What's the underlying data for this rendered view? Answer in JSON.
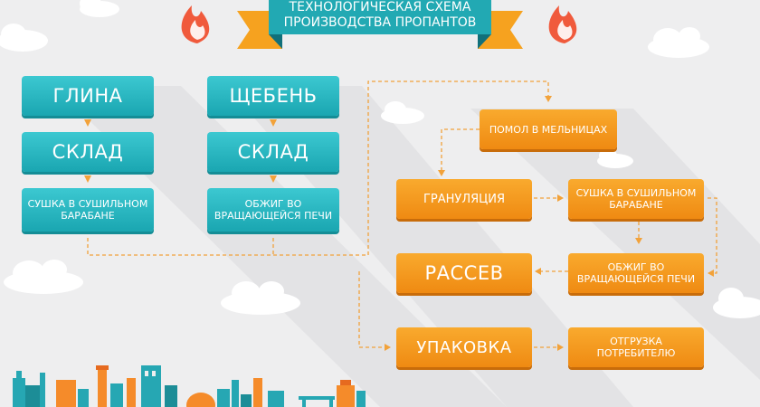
{
  "title": {
    "line1": "ТЕХНОЛОГИЧЕСКАЯ СХЕМА",
    "line2": "ПРОИЗВОДСТВА ПРОПАНТОВ"
  },
  "left_column_1": {
    "step1": "ГЛИНА",
    "step2": "СКЛАД",
    "step3": "СУШКА В СУШИЛЬНОМ БАРАБАНЕ"
  },
  "left_column_2": {
    "step1": "ЩЕБЕНЬ",
    "step2": "СКЛАД",
    "step3": "ОБЖИГ ВО ВРАЩАЮЩЕЙСЯ ПЕЧИ"
  },
  "process": {
    "milling": "ПОМОЛ В МЕЛЬНИЦАХ",
    "granulation": "ГРАНУЛЯЦИЯ",
    "drying": "СУШКА В СУШИЛЬНОМ БАРАБАНЕ",
    "firing": "ОБЖИГ ВО ВРАЩАЮЩЕЙСЯ ПЕЧИ",
    "sieving": "РАССЕВ",
    "packing": "УПАКОВКА",
    "shipping": "ОТГРУЗКА ПОТРЕБИТЕЛЮ"
  },
  "colors": {
    "teal": "#22a9b3",
    "orange": "#f29a1f",
    "background": "#eeeeef",
    "arrow": "#f2a23a"
  },
  "icons": [
    "flame-icon",
    "cloud-icon",
    "factory-skyline-icon",
    "arrow-icon"
  ]
}
